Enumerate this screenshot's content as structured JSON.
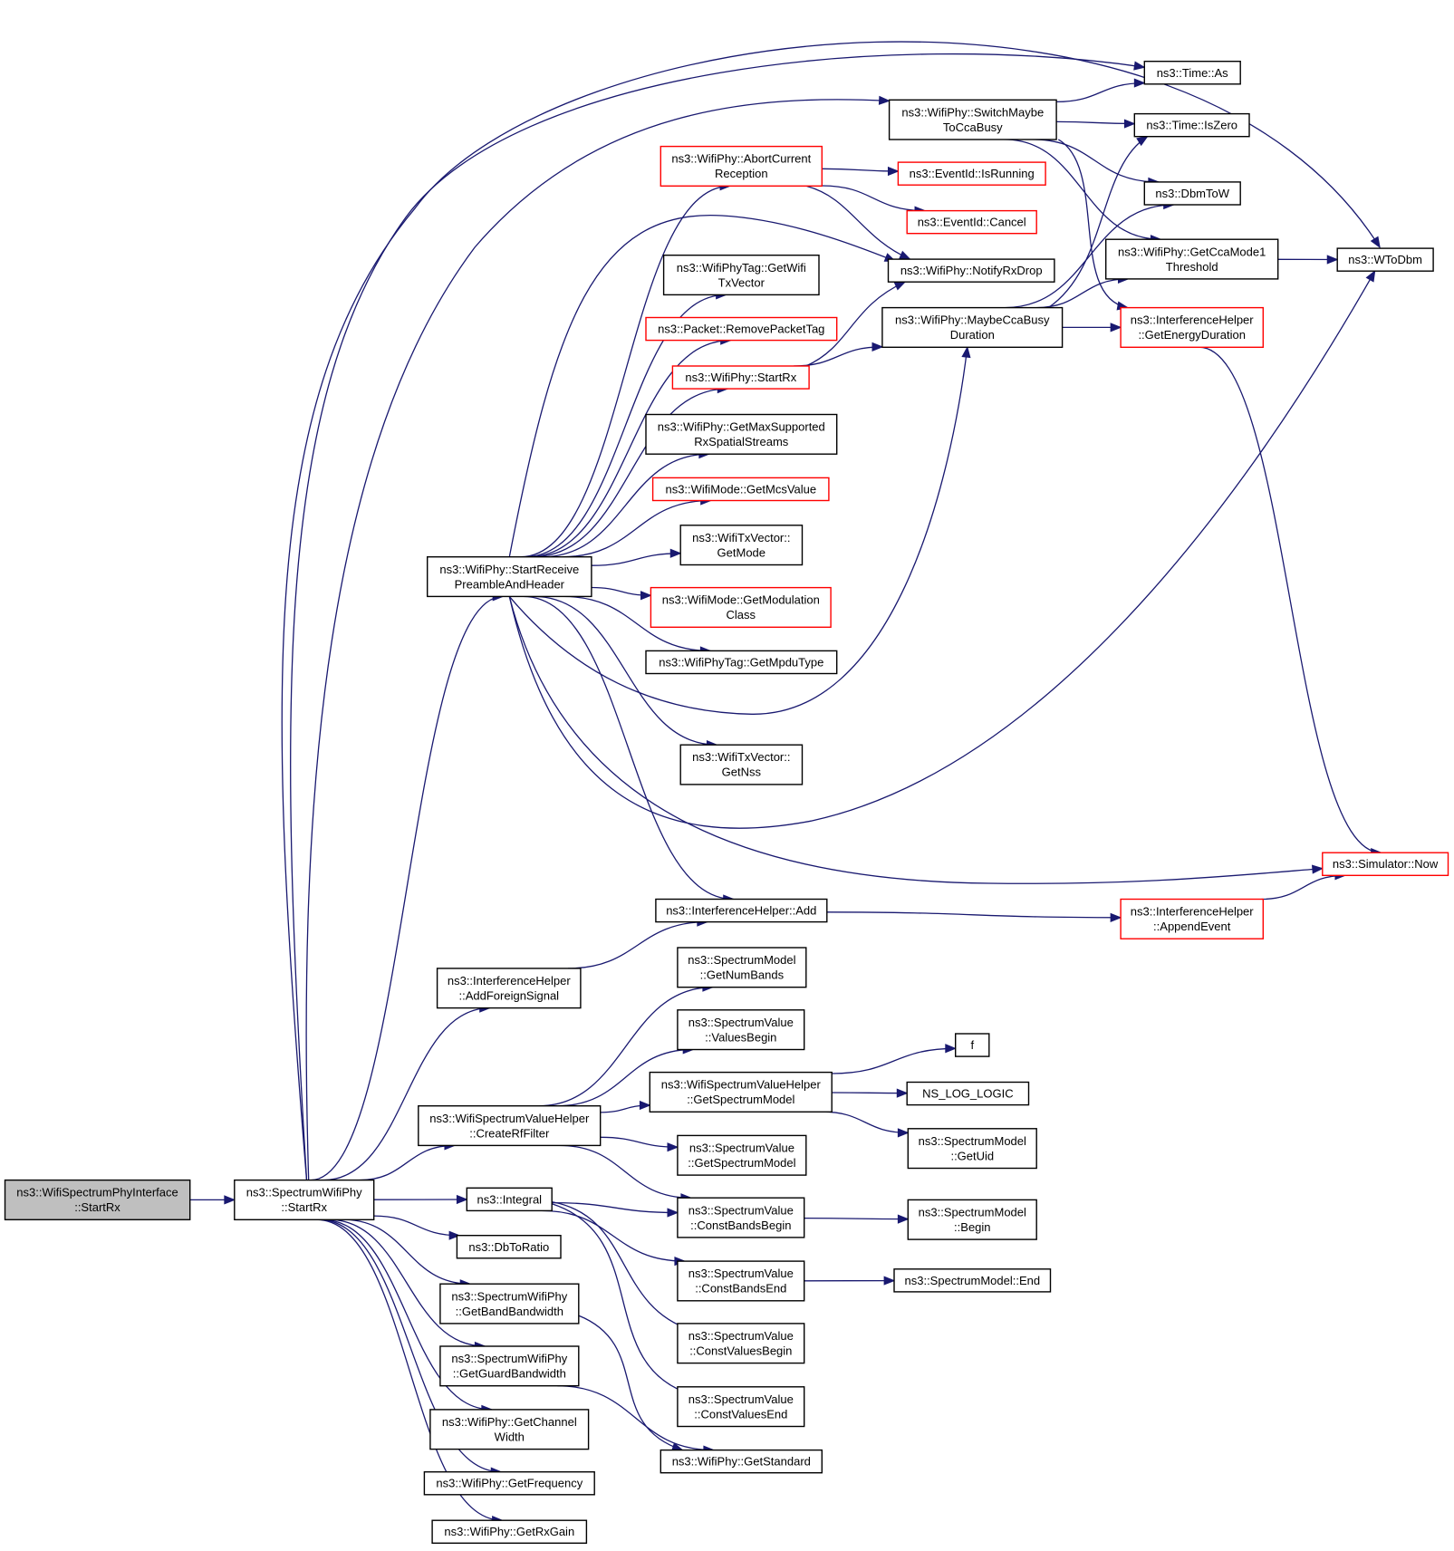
{
  "colors": {
    "edge": "#191970",
    "border_normal": "#000000",
    "border_incomplete": "#ff0000",
    "fill_root": "#bfbfbf",
    "fill_normal": "#ffffff"
  },
  "nodes": [
    {
      "id": "root",
      "lines": [
        "ns3::WifiSpectrumPhyInterface",
        "::StartRx"
      ],
      "style": "root"
    },
    {
      "id": "swp_startrx",
      "lines": [
        "ns3::SpectrumWifiPhy",
        "::StartRx"
      ],
      "style": "normal"
    },
    {
      "id": "wp_srpah",
      "lines": [
        "ns3::WifiPhy::StartReceive",
        "PreambleAndHeader"
      ],
      "style": "normal"
    },
    {
      "id": "ih_afs",
      "lines": [
        "ns3::InterferenceHelper",
        "::AddForeignSignal"
      ],
      "style": "normal"
    },
    {
      "id": "wsvh_crf",
      "lines": [
        "ns3::WifiSpectrumValueHelper",
        "::CreateRfFilter"
      ],
      "style": "normal"
    },
    {
      "id": "integral",
      "lines": [
        "ns3::Integral"
      ],
      "style": "normal"
    },
    {
      "id": "dbtoratio",
      "lines": [
        "ns3::DbToRatio"
      ],
      "style": "normal"
    },
    {
      "id": "swp_gbb",
      "lines": [
        "ns3::SpectrumWifiPhy",
        "::GetBandBandwidth"
      ],
      "style": "normal"
    },
    {
      "id": "swp_ggb",
      "lines": [
        "ns3::SpectrumWifiPhy",
        "::GetGuardBandwidth"
      ],
      "style": "normal"
    },
    {
      "id": "wp_gcw",
      "lines": [
        "ns3::WifiPhy::GetChannel",
        "Width"
      ],
      "style": "normal"
    },
    {
      "id": "wp_gf",
      "lines": [
        "ns3::WifiPhy::GetFrequency"
      ],
      "style": "normal"
    },
    {
      "id": "wp_grg",
      "lines": [
        "ns3::WifiPhy::GetRxGain"
      ],
      "style": "normal"
    },
    {
      "id": "wp_acr",
      "lines": [
        "ns3::WifiPhy::AbortCurrent",
        "Reception"
      ],
      "style": "incomplete"
    },
    {
      "id": "wpt_gwtv",
      "lines": [
        "ns3::WifiPhyTag::GetWifi",
        "TxVector"
      ],
      "style": "normal"
    },
    {
      "id": "pkt_rpt",
      "lines": [
        "ns3::Packet::RemovePacketTag"
      ],
      "style": "incomplete"
    },
    {
      "id": "wp_startrx",
      "lines": [
        "ns3::WifiPhy::StartRx"
      ],
      "style": "incomplete"
    },
    {
      "id": "wp_gmsrss",
      "lines": [
        "ns3::WifiPhy::GetMaxSupported",
        "RxSpatialStreams"
      ],
      "style": "normal"
    },
    {
      "id": "wm_gmv",
      "lines": [
        "ns3::WifiMode::GetMcsValue"
      ],
      "style": "incomplete"
    },
    {
      "id": "wtv_gm",
      "lines": [
        "ns3::WifiTxVector::",
        "GetMode"
      ],
      "style": "normal"
    },
    {
      "id": "wm_gmc",
      "lines": [
        "ns3::WifiMode::GetModulation",
        "Class"
      ],
      "style": "incomplete"
    },
    {
      "id": "wpt_gmt",
      "lines": [
        "ns3::WifiPhyTag::GetMpduType"
      ],
      "style": "normal"
    },
    {
      "id": "wtv_gn",
      "lines": [
        "ns3::WifiTxVector::",
        "GetNss"
      ],
      "style": "normal"
    },
    {
      "id": "ih_add",
      "lines": [
        "ns3::InterferenceHelper::Add"
      ],
      "style": "normal"
    },
    {
      "id": "sm_gnb",
      "lines": [
        "ns3::SpectrumModel",
        "::GetNumBands"
      ],
      "style": "normal"
    },
    {
      "id": "sv_vb",
      "lines": [
        "ns3::SpectrumValue",
        "::ValuesBegin"
      ],
      "style": "normal"
    },
    {
      "id": "wsvh_gsm",
      "lines": [
        "ns3::WifiSpectrumValueHelper",
        "::GetSpectrumModel"
      ],
      "style": "normal"
    },
    {
      "id": "sv_gsm",
      "lines": [
        "ns3::SpectrumValue",
        "::GetSpectrumModel"
      ],
      "style": "normal"
    },
    {
      "id": "sv_cbb",
      "lines": [
        "ns3::SpectrumValue",
        "::ConstBandsBegin"
      ],
      "style": "normal"
    },
    {
      "id": "sv_cbe",
      "lines": [
        "ns3::SpectrumValue",
        "::ConstBandsEnd"
      ],
      "style": "normal"
    },
    {
      "id": "sv_cvb",
      "lines": [
        "ns3::SpectrumValue",
        "::ConstValuesBegin"
      ],
      "style": "normal"
    },
    {
      "id": "sv_cve",
      "lines": [
        "ns3::SpectrumValue",
        "::ConstValuesEnd"
      ],
      "style": "normal"
    },
    {
      "id": "wp_gs",
      "lines": [
        "ns3::WifiPhy::GetStandard"
      ],
      "style": "normal"
    },
    {
      "id": "wp_smtcb",
      "lines": [
        "ns3::WifiPhy::SwitchMaybe",
        "ToCcaBusy"
      ],
      "style": "normal"
    },
    {
      "id": "eid_ir",
      "lines": [
        "ns3::EventId::IsRunning"
      ],
      "style": "incomplete"
    },
    {
      "id": "eid_c",
      "lines": [
        "ns3::EventId::Cancel"
      ],
      "style": "incomplete"
    },
    {
      "id": "wp_nrd",
      "lines": [
        "ns3::WifiPhy::NotifyRxDrop"
      ],
      "style": "normal"
    },
    {
      "id": "wp_mcbd",
      "lines": [
        "ns3::WifiPhy::MaybeCcaBusy",
        "Duration"
      ],
      "style": "normal"
    },
    {
      "id": "ih_ae",
      "lines": [
        "ns3::InterferenceHelper",
        "::AppendEvent"
      ],
      "style": "incomplete"
    },
    {
      "id": "f",
      "lines": [
        "f"
      ],
      "style": "normal"
    },
    {
      "id": "nll",
      "lines": [
        "NS_LOG_LOGIC"
      ],
      "style": "normal"
    },
    {
      "id": "sm_gu",
      "lines": [
        "ns3::SpectrumModel",
        "::GetUid"
      ],
      "style": "normal"
    },
    {
      "id": "sm_b",
      "lines": [
        "ns3::SpectrumModel",
        "::Begin"
      ],
      "style": "normal"
    },
    {
      "id": "sm_e",
      "lines": [
        "ns3::SpectrumModel::End"
      ],
      "style": "normal"
    },
    {
      "id": "time_as",
      "lines": [
        "ns3::Time::As"
      ],
      "style": "normal"
    },
    {
      "id": "time_iz",
      "lines": [
        "ns3::Time::IsZero"
      ],
      "style": "normal"
    },
    {
      "id": "dbmtow",
      "lines": [
        "ns3::DbmToW"
      ],
      "style": "normal"
    },
    {
      "id": "wp_gcm1t",
      "lines": [
        "ns3::WifiPhy::GetCcaMode1",
        "Threshold"
      ],
      "style": "normal"
    },
    {
      "id": "ih_ged",
      "lines": [
        "ns3::InterferenceHelper",
        "::GetEnergyDuration"
      ],
      "style": "incomplete"
    },
    {
      "id": "wtodbm",
      "lines": [
        "ns3::WToDbm"
      ],
      "style": "normal"
    },
    {
      "id": "sim_now",
      "lines": [
        "ns3::Simulator::Now"
      ],
      "style": "incomplete"
    }
  ],
  "edges": [
    [
      "root",
      "swp_startrx"
    ],
    [
      "swp_startrx",
      "wp_srpah"
    ],
    [
      "swp_startrx",
      "ih_afs"
    ],
    [
      "swp_startrx",
      "wsvh_crf"
    ],
    [
      "swp_startrx",
      "integral"
    ],
    [
      "swp_startrx",
      "dbtoratio"
    ],
    [
      "swp_startrx",
      "swp_gbb"
    ],
    [
      "swp_startrx",
      "swp_ggb"
    ],
    [
      "swp_startrx",
      "wp_gcw"
    ],
    [
      "swp_startrx",
      "wp_gf"
    ],
    [
      "swp_startrx",
      "wp_grg"
    ],
    [
      "swp_startrx",
      "time_as"
    ],
    [
      "swp_startrx",
      "wtodbm"
    ],
    [
      "swp_startrx",
      "wp_smtcb"
    ],
    [
      "wp_srpah",
      "wp_acr"
    ],
    [
      "wp_srpah",
      "wpt_gwtv"
    ],
    [
      "wp_srpah",
      "pkt_rpt"
    ],
    [
      "wp_srpah",
      "wp_startrx"
    ],
    [
      "wp_srpah",
      "wp_gmsrss"
    ],
    [
      "wp_srpah",
      "wm_gmv"
    ],
    [
      "wp_srpah",
      "wtv_gm"
    ],
    [
      "wp_srpah",
      "wm_gmc"
    ],
    [
      "wp_srpah",
      "wpt_gmt"
    ],
    [
      "wp_srpah",
      "wtv_gn"
    ],
    [
      "wp_srpah",
      "ih_add"
    ],
    [
      "wp_srpah",
      "wp_nrd"
    ],
    [
      "wp_srpah",
      "wp_mcbd"
    ],
    [
      "wp_srpah",
      "wtodbm"
    ],
    [
      "wp_srpah",
      "sim_now"
    ],
    [
      "ih_afs",
      "ih_add"
    ],
    [
      "wsvh_crf",
      "sm_gnb"
    ],
    [
      "wsvh_crf",
      "sv_vb"
    ],
    [
      "wsvh_crf",
      "wsvh_gsm"
    ],
    [
      "wsvh_crf",
      "sv_gsm"
    ],
    [
      "wsvh_crf",
      "sv_cbb"
    ],
    [
      "integral",
      "sv_cbb"
    ],
    [
      "integral",
      "sv_cbe"
    ],
    [
      "integral",
      "sv_cvb"
    ],
    [
      "integral",
      "sv_cve"
    ],
    [
      "swp_gbb",
      "wp_gs"
    ],
    [
      "swp_ggb",
      "wp_gs"
    ],
    [
      "wsvh_gsm",
      "f"
    ],
    [
      "wsvh_gsm",
      "nll"
    ],
    [
      "wsvh_gsm",
      "sm_gu"
    ],
    [
      "sv_cbb",
      "sm_b"
    ],
    [
      "sv_cbe",
      "sm_e"
    ],
    [
      "wp_acr",
      "eid_ir"
    ],
    [
      "wp_acr",
      "eid_c"
    ],
    [
      "wp_acr",
      "wp_nrd"
    ],
    [
      "wp_startrx",
      "wp_nrd"
    ],
    [
      "wp_startrx",
      "wp_mcbd"
    ],
    [
      "wp_smtcb",
      "time_as"
    ],
    [
      "wp_smtcb",
      "time_iz"
    ],
    [
      "wp_smtcb",
      "dbmtow"
    ],
    [
      "wp_smtcb",
      "wp_gcm1t"
    ],
    [
      "wp_smtcb",
      "ih_ged"
    ],
    [
      "wp_mcbd",
      "time_iz"
    ],
    [
      "wp_mcbd",
      "dbmtow"
    ],
    [
      "wp_mcbd",
      "wp_gcm1t"
    ],
    [
      "wp_mcbd",
      "ih_ged"
    ],
    [
      "wp_gcm1t",
      "wtodbm"
    ],
    [
      "ih_ged",
      "sim_now"
    ],
    [
      "ih_add",
      "ih_ae"
    ],
    [
      "ih_ae",
      "sim_now"
    ]
  ]
}
